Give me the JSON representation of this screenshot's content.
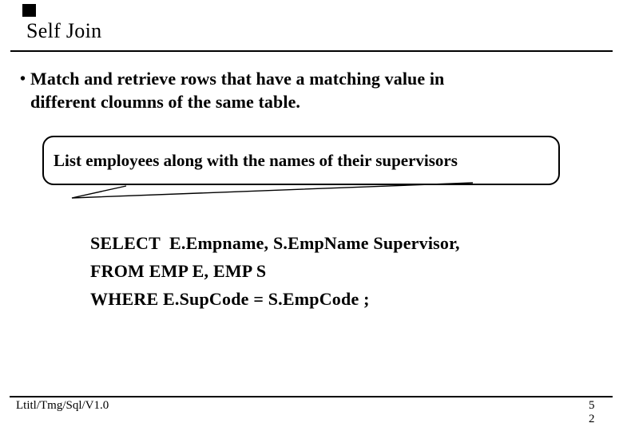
{
  "slide": {
    "title": "Self Join",
    "bullet": {
      "marker": "•",
      "lines": [
        "Match and retrieve rows that have a matching value in",
        "different cloumns of the same table."
      ]
    },
    "callout": {
      "text": "List employees along with the names of their supervisors"
    },
    "sql_query": {
      "lines": [
        "SELECT  E.Empname, S.EmpName Supervisor,",
        "FROM EMP E, EMP S",
        "WHERE E.SupCode = S.EmpCode ;"
      ]
    },
    "footer": {
      "version": "Ltitl/Tmg/Sql/V1.0",
      "page_number": [
        "5",
        "2"
      ]
    },
    "colors": {
      "background": "#ffffff",
      "text": "#000000",
      "rule": "#000000"
    }
  }
}
